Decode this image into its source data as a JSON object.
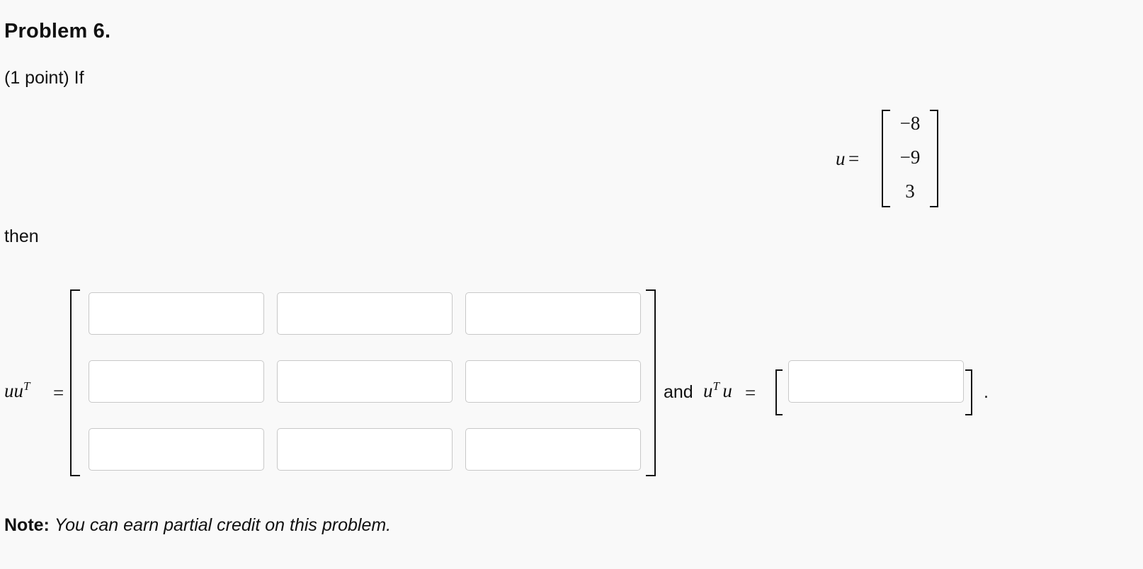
{
  "problem": {
    "title": "Problem 6.",
    "intro": "(1 point) If",
    "then": "then",
    "note_label": "Note:",
    "note_text": "You can earn partial credit on this problem."
  },
  "vector_u": {
    "name": "u",
    "equals": "=",
    "entries": [
      "−8",
      "−9",
      "3"
    ]
  },
  "outer_product": {
    "lhs_base": "uu",
    "lhs_sup": "T",
    "equals": "=",
    "cells": [
      [
        "",
        "",
        ""
      ],
      [
        "",
        "",
        ""
      ],
      [
        "",
        "",
        ""
      ]
    ]
  },
  "inner_product": {
    "connector": "and",
    "lhs_u1": "u",
    "lhs_sup": "T",
    "lhs_u2": "u",
    "equals": "=",
    "value": "",
    "trailing": "."
  }
}
